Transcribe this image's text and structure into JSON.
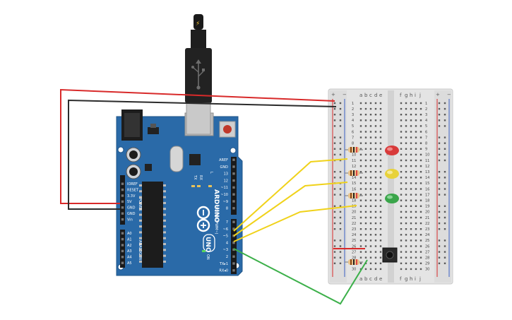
{
  "colors": {
    "board": "#2a6aa8",
    "board_edge": "#1f5487",
    "wire_red": "#d82a2a",
    "wire_black": "#2b2b2b",
    "wire_yellow": "#f0d21a",
    "wire_green": "#3cb04a",
    "breadboard": "#e6e6e6",
    "rail_red": "#d82a2a",
    "rail_blue": "#3a5fc4"
  },
  "arduino": {
    "brand": "ARDUINO",
    "model": "UNO",
    "on_label": "ON",
    "tx_label": "TX",
    "rx_label": "RX",
    "l_label": "L",
    "power_header_title": "POWER",
    "analog_header_title": "ANALOG IN",
    "digital_header_title": "DIGITAL (PWM~)",
    "power_pins": [
      "IOREF",
      "RESET",
      "3.3V",
      "5V",
      "GND",
      "GND",
      "Vin"
    ],
    "analog_pins": [
      "A0",
      "A1",
      "A2",
      "A3",
      "A4",
      "A5"
    ],
    "digital_pins_top": [
      "AREF",
      "GND",
      "13",
      "12",
      "~11",
      "~10",
      "~9",
      "8"
    ],
    "digital_pins_bottom": [
      "7",
      "~6",
      "~5",
      "4",
      "~3",
      "2",
      "TX▸1",
      "RX◂0"
    ]
  },
  "breadboard": {
    "columns_left": [
      "a",
      "b",
      "c",
      "d",
      "e"
    ],
    "columns_right": [
      "f",
      "g",
      "h",
      "i",
      "j"
    ],
    "rail_plus": "+",
    "rail_minus": "−",
    "row_count": 30
  },
  "usb": {
    "icon": "usb-icon",
    "plug_icon": "lightning-icon"
  }
}
